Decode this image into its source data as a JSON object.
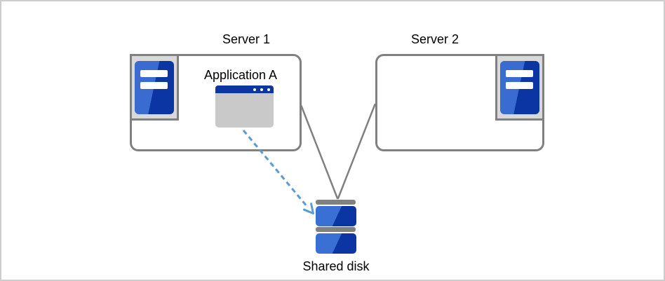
{
  "diagram": {
    "nodes": {
      "server1": {
        "label": "Server 1",
        "icon": "server-tower-icon"
      },
      "server2": {
        "label": "Server 2",
        "icon": "server-tower-icon"
      },
      "application": {
        "label": "Application A",
        "icon": "application-window-icon"
      },
      "shared_disk": {
        "label": "Shared disk",
        "icon": "stacked-disk-icon"
      }
    },
    "connectors": [
      {
        "from": "Server 1",
        "to": "Shared disk",
        "style": "solid-line"
      },
      {
        "from": "Server 2",
        "to": "Shared disk",
        "style": "solid-line"
      },
      {
        "from": "Application A",
        "to": "Shared disk",
        "style": "dashed-arrow"
      }
    ]
  },
  "colors": {
    "box_border": "#808080",
    "line": "#808080",
    "icon_frame_fill": "#d9d9d9",
    "icon_blue_light": "#3a6bd0",
    "icon_blue_dark": "#0a35a3",
    "window_titlebar": "#0a35a3",
    "window_body": "#c9c9c9",
    "arrow_blue": "#5b9bd5",
    "disk_bar": "#808080",
    "text": "#000000",
    "canvas_border": "#cdcdcd",
    "canvas_bg": "#ffffff"
  }
}
